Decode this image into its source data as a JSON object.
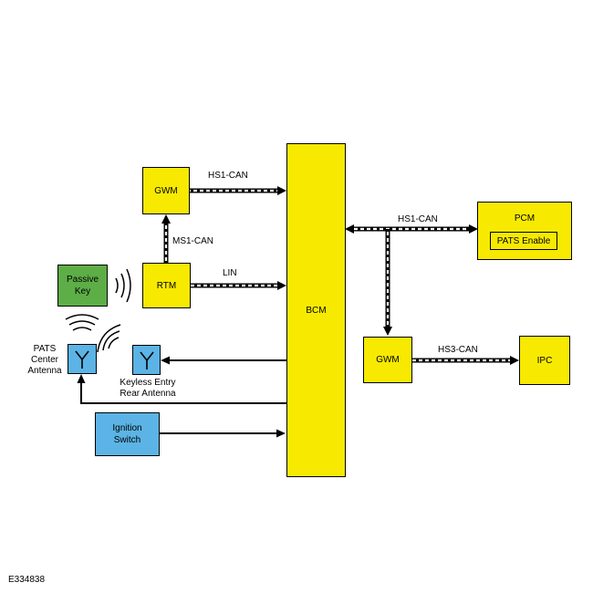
{
  "blocks": {
    "bcm": "BCM",
    "gwm_left": "GWM",
    "rtm": "RTM",
    "passive_key": "Passive\nKey",
    "ignition_switch": "Ignition\nSwitch",
    "pcm": "PCM",
    "pats_enable": "PATS Enable",
    "gwm_right": "GWM",
    "ipc": "IPC"
  },
  "links": {
    "hs1_can_left": "HS1-CAN",
    "ms1_can": "MS1-CAN",
    "lin": "LIN",
    "hs1_can_right": "HS1-CAN",
    "hs3_can": "HS3-CAN"
  },
  "antennas": {
    "pats_center": "PATS\nCenter\nAntenna",
    "keyless_rear": "Keyless Entry\nRear Antenna"
  },
  "colors": {
    "module_yellow": "#f7ea00",
    "passive_key_green": "#5dae47",
    "input_blue": "#5bb4e5"
  },
  "figure_id": "E334838"
}
